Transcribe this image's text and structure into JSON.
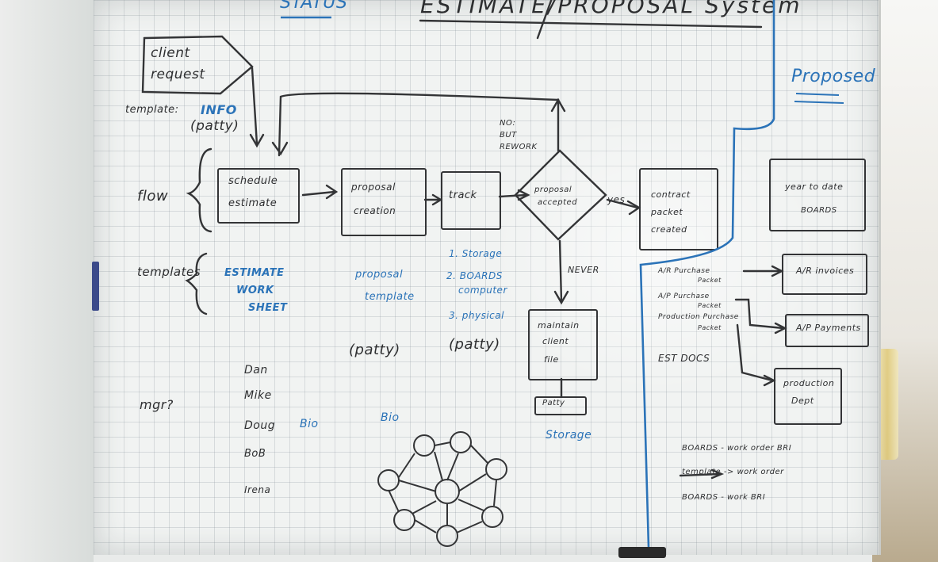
{
  "board": {
    "title_left": "STATUS",
    "title": "ESTIMATE/PROPOSAL System",
    "title_right": "Proposed"
  },
  "flow": {
    "client_request": [
      "client",
      "request"
    ],
    "template_label": "template:",
    "info": "INFO",
    "info_owner": "(patty)",
    "flow_label": "flow",
    "schedule": [
      "schedule",
      "estimate"
    ],
    "proposal": [
      "proposal",
      "creation"
    ],
    "track": "track",
    "decision": [
      "proposal",
      "accepted"
    ],
    "yes": "yes",
    "no_note": [
      "NO:",
      "BUT",
      "REWORK"
    ],
    "never": "NEVER",
    "contract": [
      "contract",
      "packet",
      "created"
    ],
    "maintain": [
      "maintain",
      "client",
      "file"
    ],
    "small_box": "Patty",
    "storage_label": "Storage"
  },
  "templates": {
    "label": "templates",
    "estimate": [
      "ESTIMATE",
      "WORK",
      "SHEET"
    ],
    "proposal": [
      "proposal",
      "template"
    ],
    "storage_list": [
      "1. Storage",
      "2. BOARDS",
      "computer",
      "3. physical"
    ],
    "owner_1": "(patty)",
    "owner_2": "(patty)"
  },
  "people": {
    "mgr": "mgr?",
    "names": [
      "Dan",
      "Mike",
      "Doug",
      "BoB",
      "Irena"
    ],
    "bio_1": "Bio",
    "bio_2": "Bio"
  },
  "proposed": {
    "box_1": [
      "year to date",
      "BOARDS"
    ],
    "ar_purchase": [
      "A/R Purchase",
      "Packet"
    ],
    "ap_purchase": [
      "A/P Purchase",
      "Packet"
    ],
    "production": [
      "Production Purchase",
      "Packet"
    ],
    "ar_box": "A/R invoices",
    "ap_box": "A/P Payments",
    "prod_box": [
      "production",
      "Dept"
    ],
    "est_docs": "EST DOCS",
    "bottom_notes": [
      "BOARDS - work order BRI",
      "template -> work order",
      "BOARDS - work BRI"
    ]
  },
  "colors": {
    "ink": "#2d2e30",
    "blue_marker": "#2b73b8"
  }
}
